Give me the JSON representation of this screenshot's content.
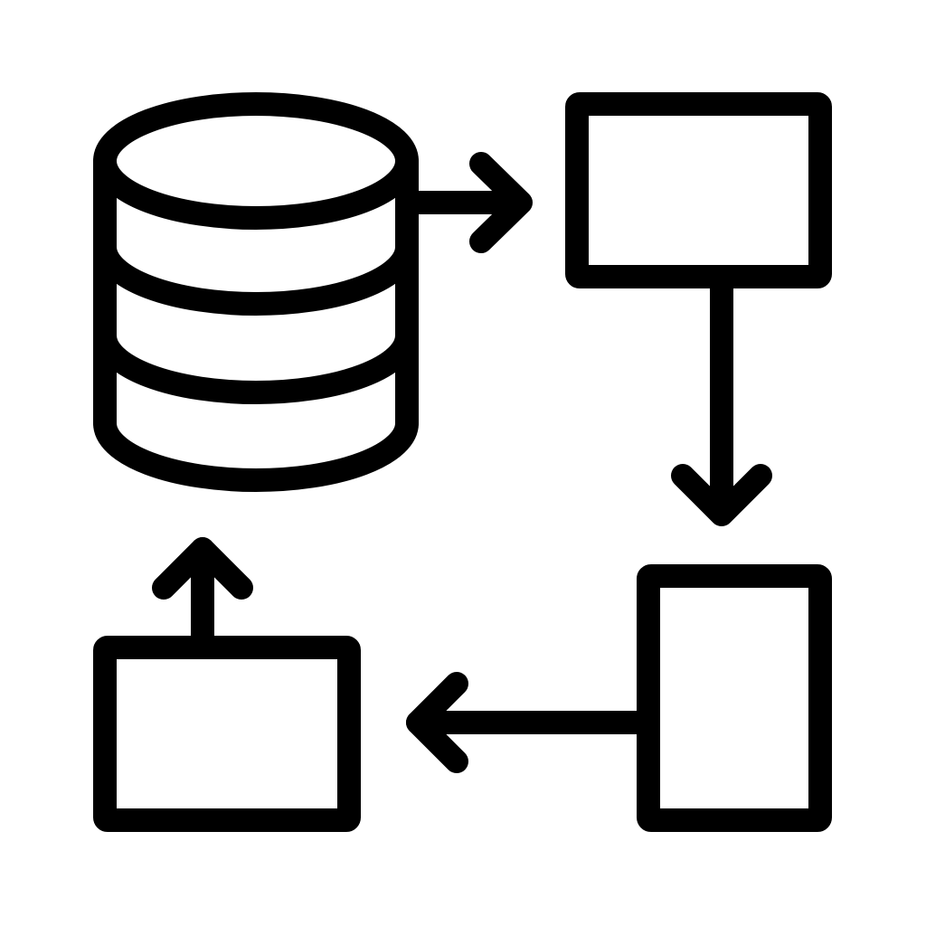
{
  "colors": {
    "background": "#ffffff",
    "stroke": "#000000"
  },
  "icon": "database-data-flow-icon",
  "nodes": [
    {
      "id": "database",
      "shape": "cylinder",
      "icon": "database-icon",
      "layers": 4
    },
    {
      "id": "box-top-right",
      "shape": "rectangle"
    },
    {
      "id": "box-bottom-right",
      "shape": "rectangle"
    },
    {
      "id": "box-bottom-left",
      "shape": "rectangle"
    }
  ],
  "edges": [
    {
      "from": "database",
      "to": "box-top-right",
      "direction": "right"
    },
    {
      "from": "box-top-right",
      "to": "box-bottom-right",
      "direction": "down"
    },
    {
      "from": "box-bottom-right",
      "to": "box-bottom-left",
      "direction": "left"
    },
    {
      "from": "box-bottom-left",
      "to": "database",
      "direction": "up"
    }
  ]
}
